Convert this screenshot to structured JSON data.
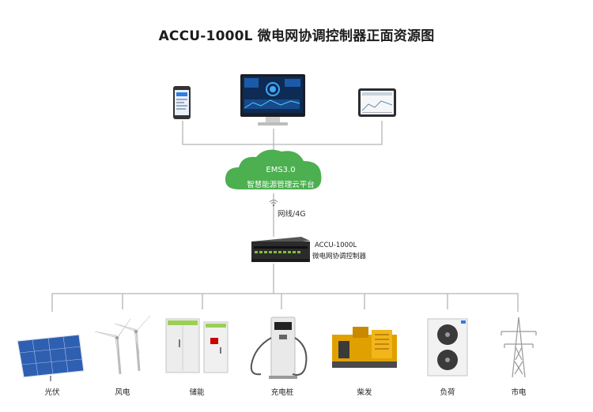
{
  "title": "ACCU-1000L 微电网协调控制器正面资源图",
  "cloud": {
    "line1": "EMS3.0",
    "line2": "智慧能源管理云平台"
  },
  "link_label": "网线/4G",
  "controller": {
    "line1": "ACCU-1000L",
    "line2": "微电网协调控制器"
  },
  "clients": [
    {
      "icon": "smartphone-icon"
    },
    {
      "icon": "monitor-icon"
    },
    {
      "icon": "tablet-icon"
    }
  ],
  "devices": [
    {
      "label": "光伏",
      "icon": "solar-panel-icon"
    },
    {
      "label": "风电",
      "icon": "wind-turbine-icon"
    },
    {
      "label": "储能",
      "icon": "battery-cabinet-icon"
    },
    {
      "label": "充电桩",
      "icon": "ev-charger-icon"
    },
    {
      "label": "柴发",
      "icon": "diesel-generator-icon"
    },
    {
      "label": "负荷",
      "icon": "hvac-load-icon"
    },
    {
      "label": "市电",
      "icon": "power-tower-icon"
    }
  ],
  "colors": {
    "cloud": "#4caf50",
    "line": "#b0b0b0",
    "controller": "#2b2b2b",
    "solar": "#2f5fb0",
    "generator": "#e0a000"
  }
}
